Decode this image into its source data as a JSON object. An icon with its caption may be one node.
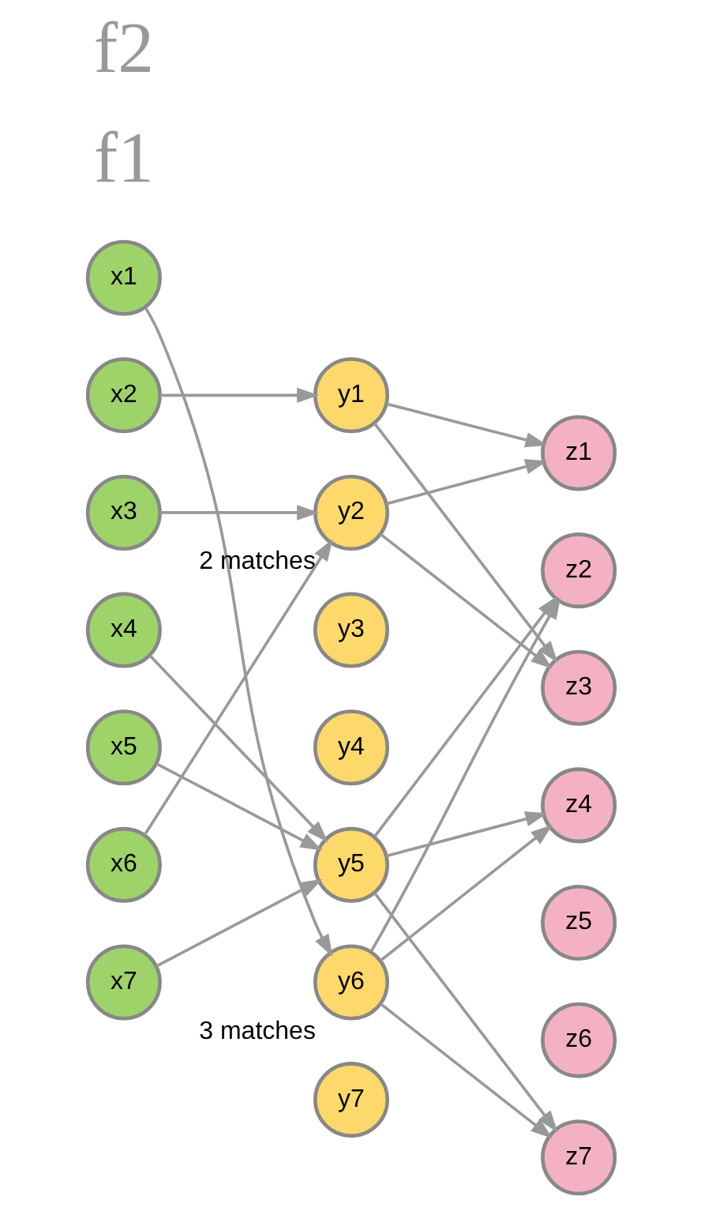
{
  "diagram": {
    "nodes": [
      {
        "text": [
          "x1"
        ]
      },
      {
        "text": [
          "x2"
        ]
      },
      {
        "text": [
          "x3"
        ]
      },
      {
        "text": [
          "x4"
        ]
      },
      {
        "text": [
          "x5"
        ]
      },
      {
        "text": [
          "x6"
        ]
      },
      {
        "text": [
          "x7"
        ]
      },
      {
        "text": [
          "y1"
        ]
      },
      {
        "text": [
          "y2"
        ],
        "beside": [
          "2 matches"
        ]
      },
      {
        "text": [
          "y3"
        ]
      },
      {
        "text": [
          "y4"
        ]
      },
      {
        "text": [
          "y5"
        ]
      },
      {
        "text": [
          "y6"
        ],
        "beside": [
          "3 matches"
        ]
      },
      {
        "text": [
          "y7"
        ]
      },
      {
        "text": [
          "z1"
        ]
      },
      {
        "text": [
          "z2"
        ]
      },
      {
        "text": [
          "z3"
        ]
      },
      {
        "text": [
          "z4"
        ]
      },
      {
        "text": [
          "z5"
        ]
      },
      {
        "text": [
          "z6"
        ]
      },
      {
        "text": [
          "z7"
        ]
      }
    ],
    "edges": [
      {
        "from": 0,
        "to": 12,
        "arrow": "to"
      },
      {
        "from": 1,
        "to": 7,
        "arrow": "to"
      },
      {
        "from": 2,
        "to": 8,
        "arrow": "to"
      },
      {
        "from": 3,
        "to": 11,
        "arrow": "to"
      },
      {
        "from": 4,
        "to": 11,
        "arrow": "to"
      },
      {
        "from": 5,
        "to": 8,
        "arrow": "to"
      },
      {
        "from": 6,
        "to": 11,
        "arrow": "to"
      },
      {
        "from": 7,
        "to": 14,
        "arrow": "to"
      },
      {
        "from": 7,
        "to": 16,
        "arrow": "to"
      },
      {
        "from": 8,
        "to": 14,
        "arrow": "to"
      },
      {
        "from": 8,
        "to": 16,
        "arrow": "to"
      },
      {
        "from": 11,
        "to": 15,
        "arrow": "to"
      },
      {
        "from": 11,
        "to": 17,
        "arrow": "to"
      },
      {
        "from": 11,
        "to": 20,
        "arrow": "to"
      },
      {
        "from": 12,
        "to": 15,
        "arrow": "to"
      },
      {
        "from": 12,
        "to": 17,
        "arrow": "to"
      },
      {
        "from": 12,
        "to": 20,
        "arrow": "to"
      }
    ],
    "labels": [
      "f1",
      "f2"
    ]
  }
}
